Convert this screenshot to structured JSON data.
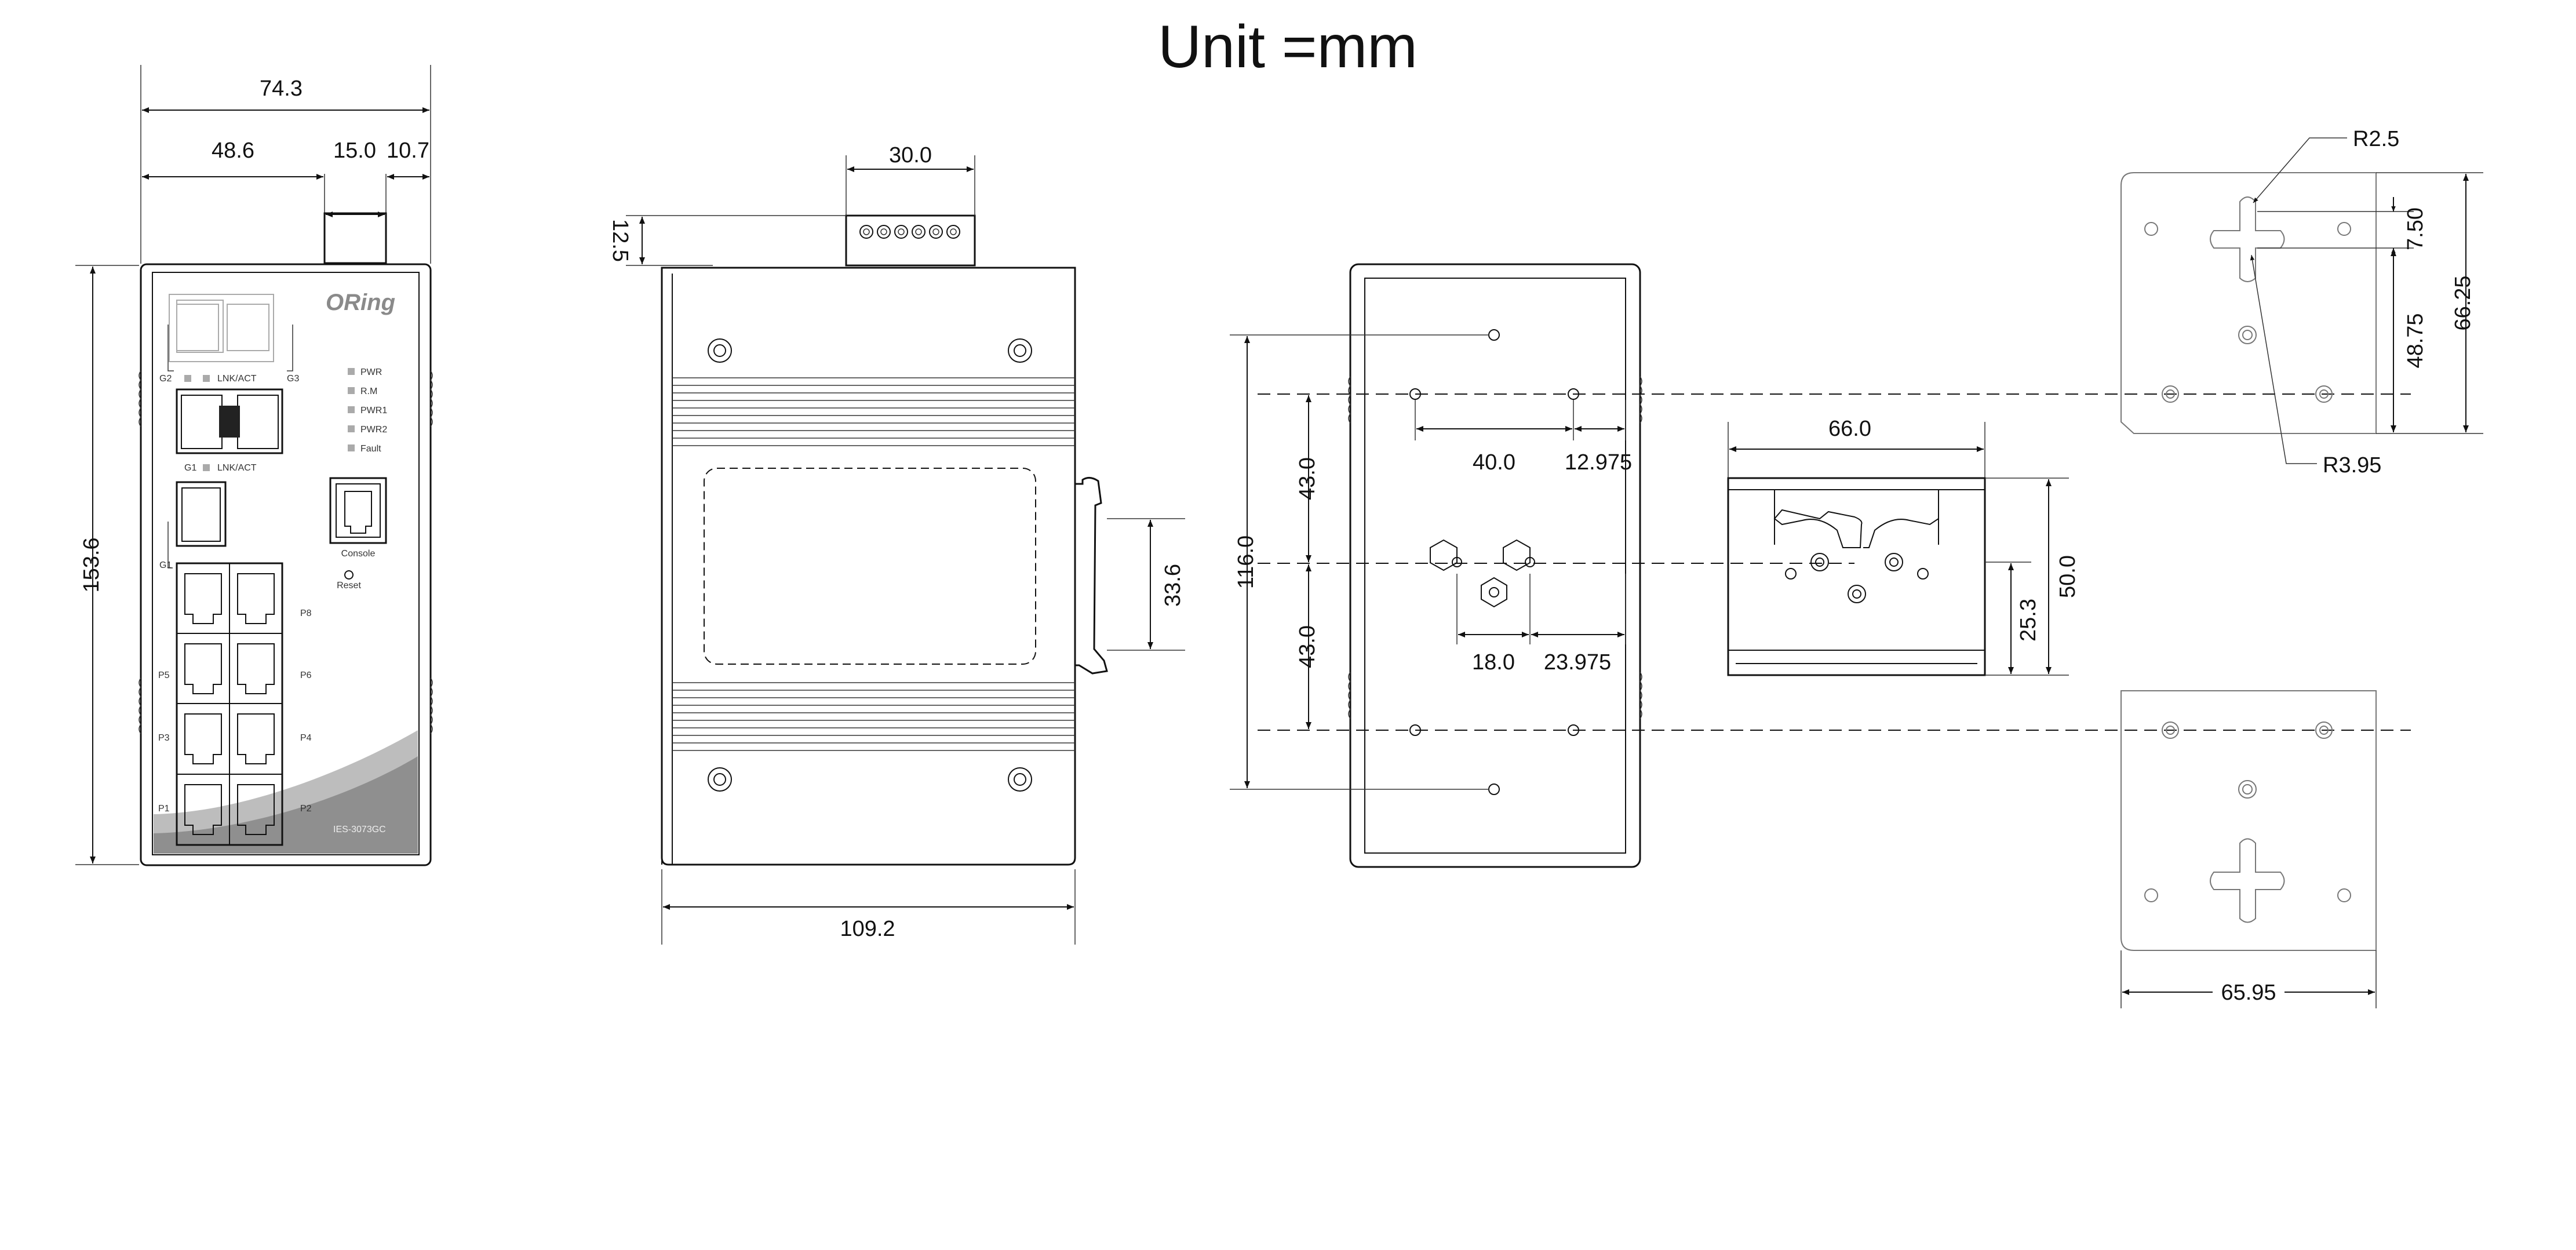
{
  "title": "Unit =mm",
  "front_view": {
    "brand": "ORing",
    "model": "IES-3073GC",
    "dim_width": "74.3",
    "dim_left": "48.6",
    "dim_mid": "15.0",
    "dim_right": "10.7",
    "dim_height": "153.6",
    "labels": {
      "g2": "G2",
      "g3": "G3",
      "g1": "G1",
      "g1_small": "G1",
      "lnk_top": "LNK/ACT",
      "lnk_bottom": "LNK/ACT",
      "pwr": "PWR",
      "rm": "R.M",
      "pwr1": "PWR1",
      "pwr2": "PWR2",
      "fault": "Fault",
      "console": "Console",
      "reset": "Reset",
      "p8": "P8",
      "p5": "P5",
      "p6": "P6",
      "p3": "P3",
      "p4": "P4",
      "p1": "P1",
      "p2": "P2"
    }
  },
  "side_view": {
    "dim_connector": "30.0",
    "dim_connector_height": "12.5",
    "dim_clip": "33.6",
    "dim_depth": "109.2"
  },
  "back_view": {
    "dim_total_height": "116.0",
    "dim_upper": "43.0",
    "dim_lower": "43.0",
    "dim_hole_spacing": "40.0",
    "dim_edge": "12.975",
    "dim_screw_spacing": "18.0",
    "dim_screw_edge": "23.975"
  },
  "din_rail": {
    "dim_width": "66.0",
    "dim_height": "50.0",
    "dim_offset": "25.3"
  },
  "wall_mount": {
    "radius_small": "R2.5",
    "radius_large": "R3.95",
    "dim_slot": "7.50",
    "dim_hole_height": "48.75",
    "dim_plate_height": "66.25",
    "dim_plate_width": "65.95"
  }
}
